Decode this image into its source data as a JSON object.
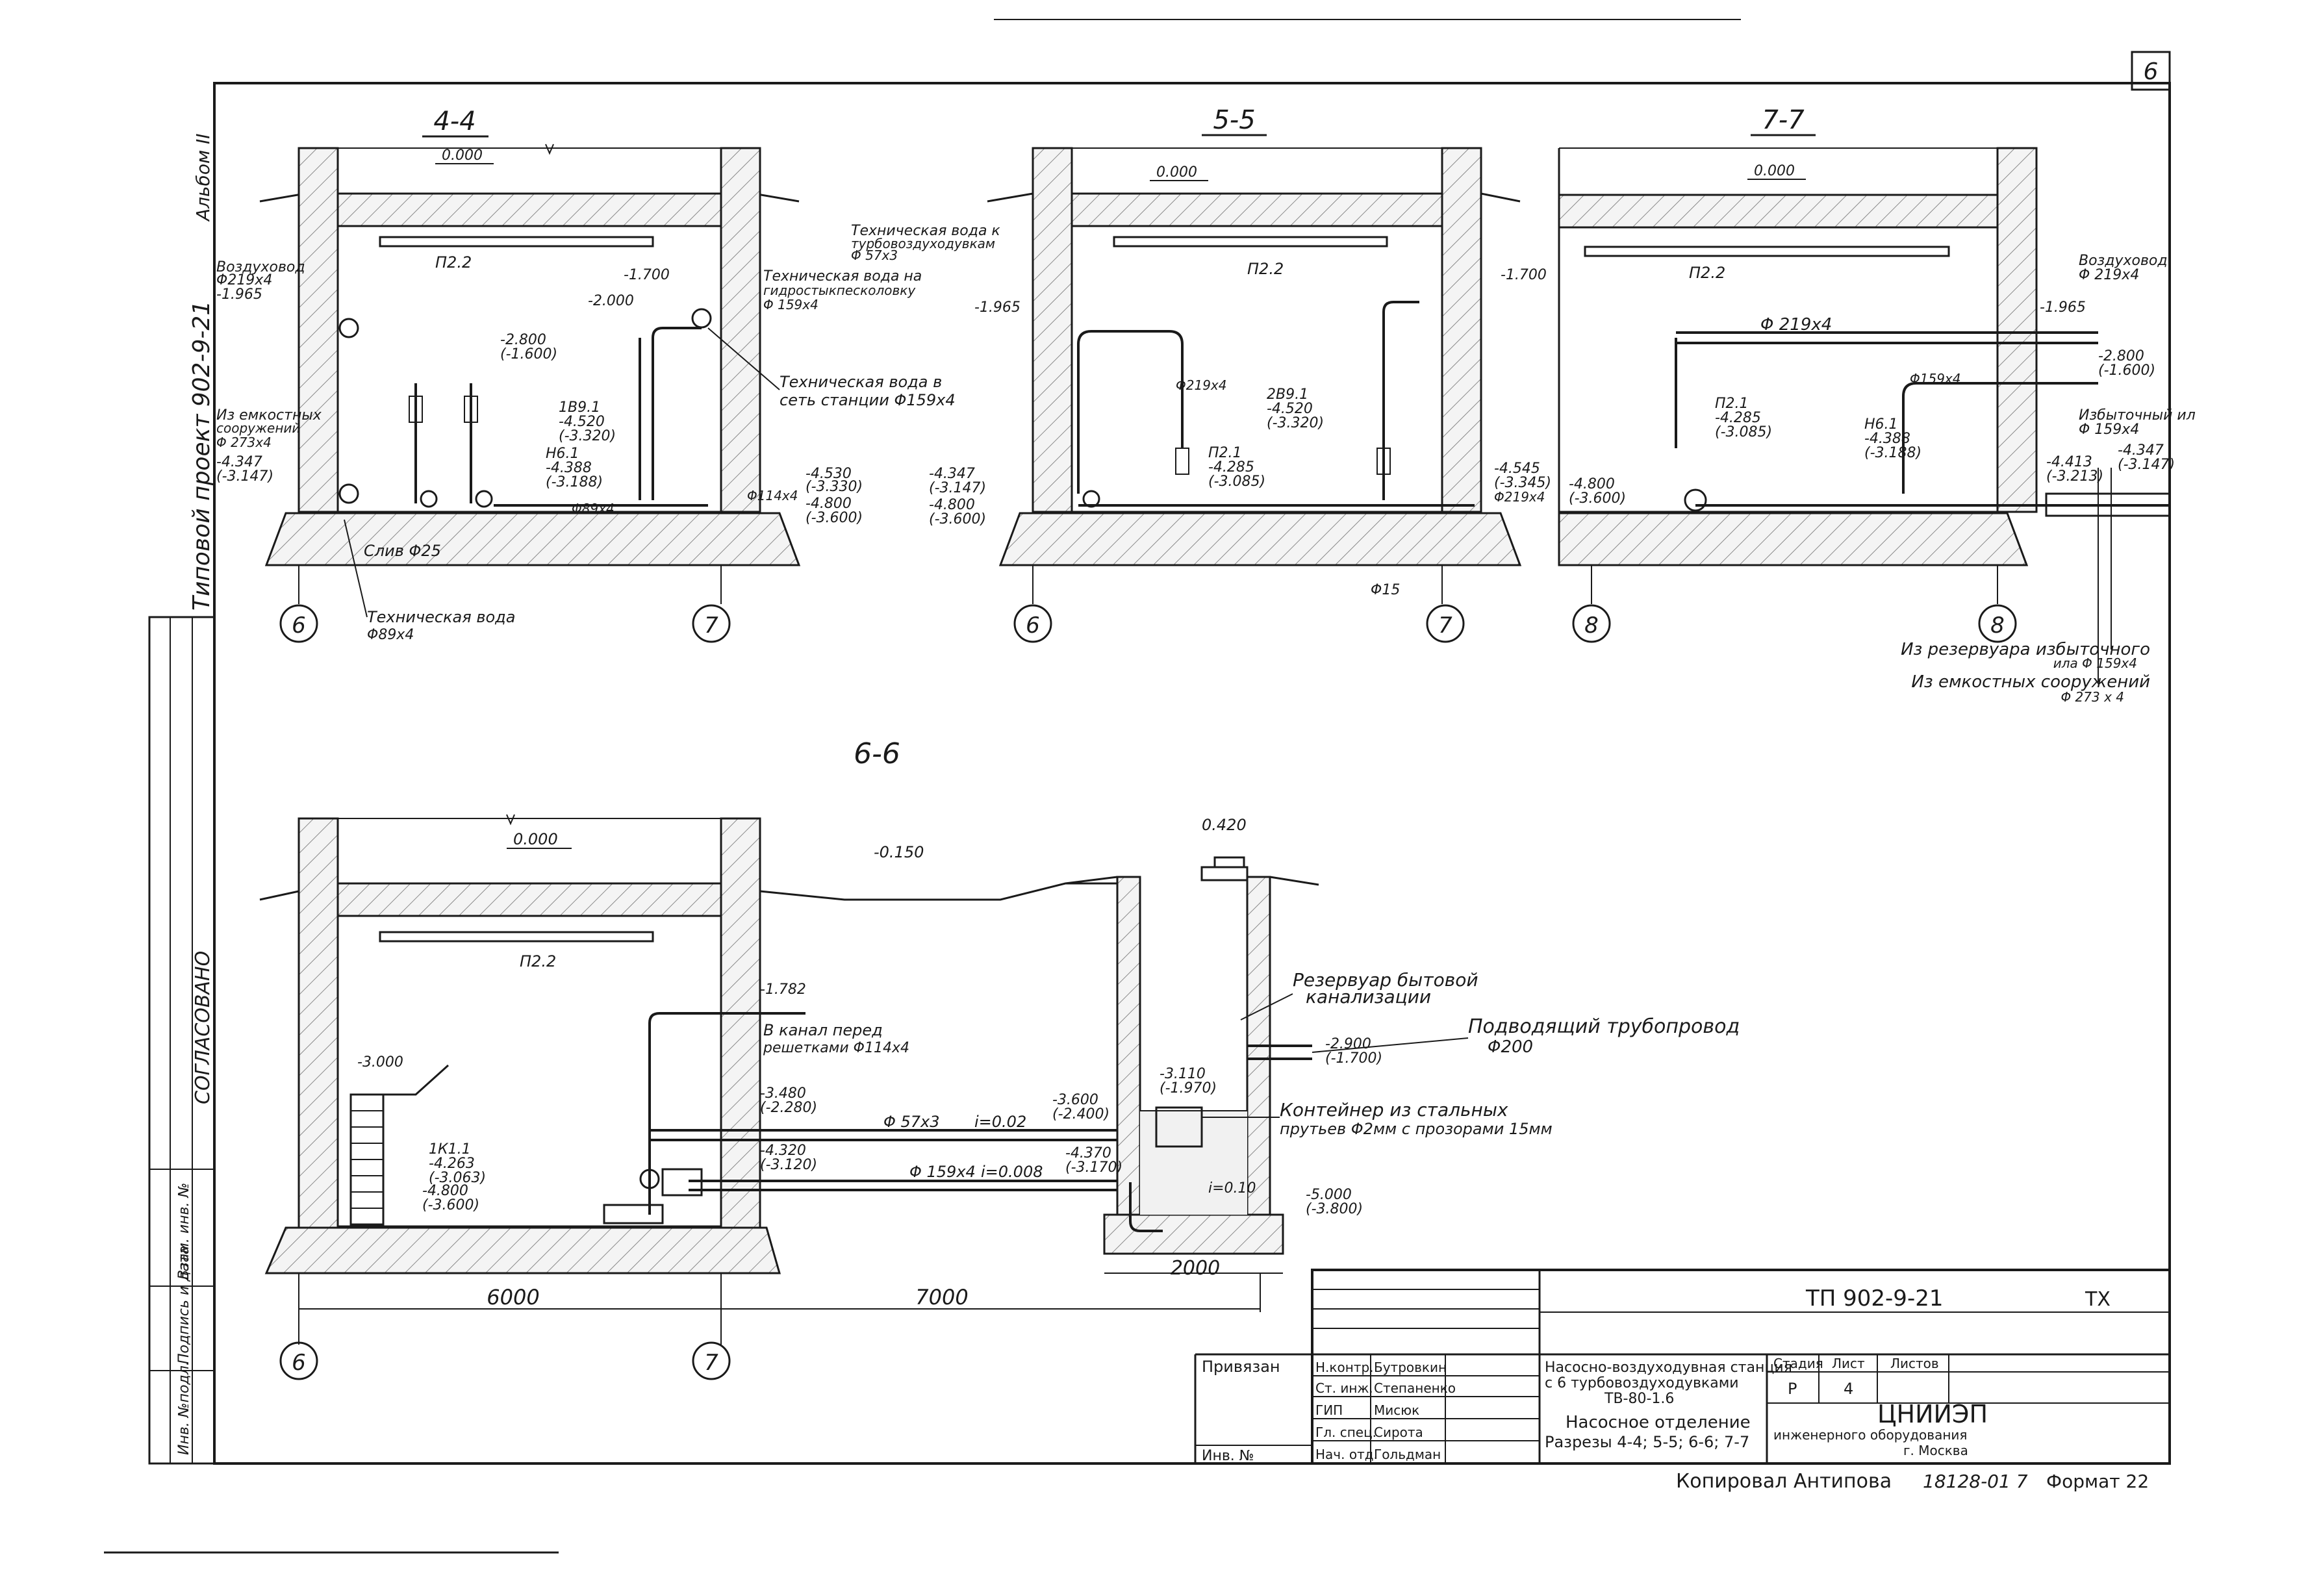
{
  "sheet_number": "6",
  "album_label": "Альбом II",
  "project_vertical": "Типовой проект 902-9-21",
  "agreed_label": "СОГЛАСОВАНО",
  "left_stamp_labels": [
    "Инв. №подл.",
    "Подпись и дата",
    "Взам. инв. №"
  ],
  "sections": {
    "s44": {
      "title": "4-4",
      "labels": {
        "zero": "0.000",
        "p22": "П2.2",
        "m1700": "-1.700",
        "m2000": "-2.000",
        "m1965": "-1.965",
        "m2800": "-2.800",
        "m1600": "(-1.600)",
        "m4347": "-4.347",
        "m3147": "(-3.147)",
        "m4530": "-4.530",
        "m3330": "(-3.330)",
        "m4800": "-4.800",
        "m3600": "(-3.600)",
        "bd1": "1В9.1",
        "bd1a": "-4.520",
        "bd1b": "(-3.320)",
        "n61": "Н6.1",
        "n61a": "-4.388",
        "n61b": "(-3.188)",
        "dv": "Воздуховод",
        "dv2": "Φ219х4",
        "tech1": "Техническая вода к",
        "tech1b": "турбовоздуходувкам",
        "tech1c": "Φ 57х3",
        "tech2": "Техническая вода на",
        "tech2b": "гидростыкпесколовку",
        "tech2c": "Φ 159х4",
        "tech3": "Техническая вода в",
        "tech3b": "сеть станции Φ159х4",
        "emk": "Из емкостных",
        "emkb": "сооружений",
        "emkc": "Φ 273х4",
        "sliv": "Слив Φ25",
        "techw": "Техническая вода",
        "techwb": "Φ89х4",
        "d114": "Φ114х4",
        "d89": "Φ89х4",
        "ax6": "6",
        "ax7": "7"
      }
    },
    "s55": {
      "title": "5-5",
      "labels": {
        "zero": "0.000",
        "p22": "П2.2",
        "m1700": "-1.700",
        "m1965": "-1.965",
        "m4347": "-4.347",
        "m3147": "(-3.147)",
        "m4800": "-4.800",
        "m3600": "(-3.600)",
        "bd": "2В9.1",
        "bda": "-4.520",
        "bdb": "(-3.320)",
        "p21": "П2.1",
        "p21a": "-4.285",
        "p21b": "(-3.085)",
        "m4545": "-4.545",
        "m3345": "(-3.345)",
        "d219": "Φ219х4",
        "d15": "Φ15",
        "ax6": "6",
        "ax7": "7"
      }
    },
    "s77": {
      "title": "7-7",
      "labels": {
        "zero": "0.000",
        "p22": "П2.2",
        "dv": "Воздуховод",
        "dv2": "Φ 219х4",
        "m1965": "-1.965",
        "m2800": "-2.800",
        "m1600": "(-1.600)",
        "d219": "Φ 219х4",
        "d159": "Φ159х4",
        "izb": "Избыточный ил",
        "izbb": "Φ 159х4",
        "p21": "П2.1",
        "p21a": "-4.285",
        "p21b": "(-3.085)",
        "n61": "Н6.1",
        "n61a": "-4.388",
        "n61b": "(-3.188)",
        "m4413": "-4.413",
        "m3213": "(-3.213)",
        "m4347": "-4.347",
        "m3147": "(-3.147)",
        "m4800": "-4.800",
        "m3600": "(-3.600)",
        "res1": "Из резервуара избыточного",
        "res1b": "ила Φ 159х4",
        "res2": "Из емкостных сооружений",
        "res2b": "Φ 273 х 4",
        "ax8a": "8",
        "ax8b": "8"
      }
    },
    "s66": {
      "title": "6-6",
      "labels": {
        "zero": "0.000",
        "m0150": "-0.150",
        "p0420": "0.420",
        "p22": "П2.2",
        "m3000": "-3.000",
        "m1782": "-1.782",
        "kanal": "В канал перед",
        "kanalb": "решетками Φ114х4",
        "m3480": "-3.480",
        "m2280": "(-2.280)",
        "m4320": "-4.320",
        "m3120": "(-3.120)",
        "k1": "1К1.1",
        "k1a": "-4.263",
        "k1b": "(-3.063)",
        "m4800": "-4.800",
        "m3600": "(-3.600)",
        "d57": "Φ 57х3",
        "i002": "i=0.02",
        "d159": "Φ 159х4",
        "i0008": "i=0.008",
        "m3600b": "-3.600",
        "m2400": "(-2.400)",
        "m4370": "-4.370",
        "m3170": "(-3.170)",
        "m3110": "-3.110",
        "m1970": "(-1.970)",
        "m2900": "-2.900",
        "m1700": "(-1.700)",
        "m5000": "-5.000",
        "m3800": "(-3.800)",
        "i010": "i=0.10",
        "rez": "Резервуар бытовой",
        "rezb": "канализации",
        "podv": "Подводящий трубопровод",
        "podvb": "Φ200",
        "kont": "Контейнер из стальных",
        "kontb": "прутьев Φ2мм с прозорами 15мм",
        "d6000": "6000",
        "d7000": "7000",
        "d2000": "2000",
        "ax6": "6",
        "ax7": "7"
      }
    }
  },
  "title_block": {
    "project_code": "ТП 902-9-21",
    "mark": "ТХ",
    "tied": "Привязан",
    "inv": "Инв. №",
    "title1": "Насосно-воздуходувная станция",
    "title2": "с 6 турбовоздуходувками",
    "title3": "ТВ-80-1.6",
    "subtitle1": "Насосное отделение",
    "subtitle2": "Разрезы 4-4; 5-5; 6-6; 7-7",
    "col_stage": "Стадия",
    "col_sheet": "Лист",
    "col_sheets": "Листов",
    "stage": "Р",
    "sheet": "4",
    "org1": "ЦНИИЭП",
    "org2": "инженерного оборудования",
    "org3": "г. Москва",
    "roles": [
      "Н.контр.",
      "Ст. инж.",
      "ГИП",
      "Гл. спец.",
      "Нач. отд."
    ],
    "names": [
      "Бутровкин",
      "Степаненко",
      "Мисюк",
      "Сирота",
      "Гольдман"
    ],
    "copied": "Копировал   Антипова",
    "copied_num": "18128-01   7",
    "format": "Формат 22"
  }
}
